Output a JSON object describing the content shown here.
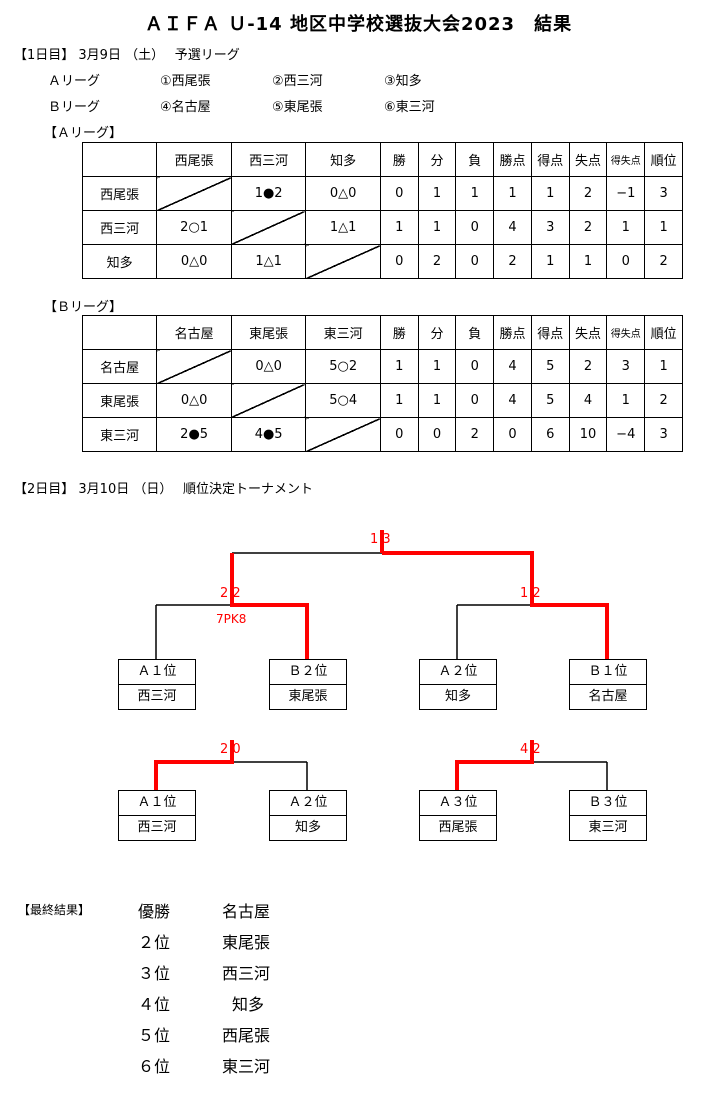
{
  "title": "ＡＩＦＡ Ｕ-14 地区中学校選抜大会2023　結果",
  "day1": {
    "heading": "【1日目】 3月9日 （土）　 予選リーグ",
    "groups": [
      {
        "label": "Ａリーグ",
        "teams": [
          "①西尾張",
          "②西三河",
          "③知多"
        ]
      },
      {
        "label": "Ｂリーグ",
        "teams": [
          "④名古屋",
          "⑤東尾張",
          "⑥東三河"
        ]
      }
    ]
  },
  "header_cols": [
    "勝",
    "分",
    "負",
    "勝点",
    "得点",
    "失点",
    "得失点",
    "順位"
  ],
  "league_a": {
    "label": "【Ａリーグ】",
    "teams": [
      "西尾張",
      "西三河",
      "知多"
    ],
    "rows": [
      {
        "team": "西尾張",
        "m": [
          "",
          "1●2",
          "0△0"
        ],
        "stats": [
          "0",
          "1",
          "1",
          "1",
          "1",
          "2",
          "−1",
          "3"
        ]
      },
      {
        "team": "西三河",
        "m": [
          "2○1",
          "",
          "1△1"
        ],
        "stats": [
          "1",
          "1",
          "0",
          "4",
          "3",
          "2",
          "1",
          "1"
        ]
      },
      {
        "team": "知多",
        "m": [
          "0△0",
          "1△1",
          ""
        ],
        "stats": [
          "0",
          "2",
          "0",
          "2",
          "1",
          "1",
          "0",
          "2"
        ]
      }
    ]
  },
  "league_b": {
    "label": "【Ｂリーグ】",
    "teams": [
      "名古屋",
      "東尾張",
      "東三河"
    ],
    "rows": [
      {
        "team": "名古屋",
        "m": [
          "",
          "0△0",
          "5○2"
        ],
        "stats": [
          "1",
          "1",
          "0",
          "4",
          "5",
          "2",
          "3",
          "1"
        ]
      },
      {
        "team": "東尾張",
        "m": [
          "0△0",
          "",
          "5○4"
        ],
        "stats": [
          "1",
          "1",
          "0",
          "4",
          "5",
          "4",
          "1",
          "2"
        ]
      },
      {
        "team": "東三河",
        "m": [
          "2●5",
          "4●5",
          ""
        ],
        "stats": [
          "0",
          "0",
          "2",
          "0",
          "6",
          "10",
          "−4",
          "3"
        ]
      }
    ]
  },
  "day2": {
    "heading": "【2日目】 3月10日 （日）　 順位決定トーナメント",
    "scores": {
      "final": "1 3",
      "semi_left": "2 2",
      "semi_left_pk": "7PK8",
      "semi_right": "1 2",
      "third_left": "2 0",
      "third_right": "4 2"
    },
    "top_boxes": [
      {
        "seed": "Ａ１位",
        "team": "西三河"
      },
      {
        "seed": "Ｂ２位",
        "team": "東尾張"
      },
      {
        "seed": "Ａ２位",
        "team": "知多"
      },
      {
        "seed": "Ｂ１位",
        "team": "名古屋"
      }
    ],
    "bottom_boxes": [
      {
        "seed": "Ａ１位",
        "team": "西三河"
      },
      {
        "seed": "Ａ２位",
        "team": "知多"
      },
      {
        "seed": "Ａ３位",
        "team": "西尾張"
      },
      {
        "seed": "Ｂ３位",
        "team": "東三河"
      }
    ]
  },
  "final_result": {
    "label": "【最終結果】",
    "ranks": [
      {
        "rank": "優勝",
        "team": "名古屋"
      },
      {
        "rank": "２位",
        "team": "東尾張"
      },
      {
        "rank": "３位",
        "team": "西三河"
      },
      {
        "rank": "４位",
        "team": "知多"
      },
      {
        "rank": "５位",
        "team": "西尾張"
      },
      {
        "rank": "６位",
        "team": "東三河"
      }
    ]
  },
  "colors": {
    "winner_line": "#ff0000",
    "score_text": "#ff0000",
    "line": "#000000"
  }
}
